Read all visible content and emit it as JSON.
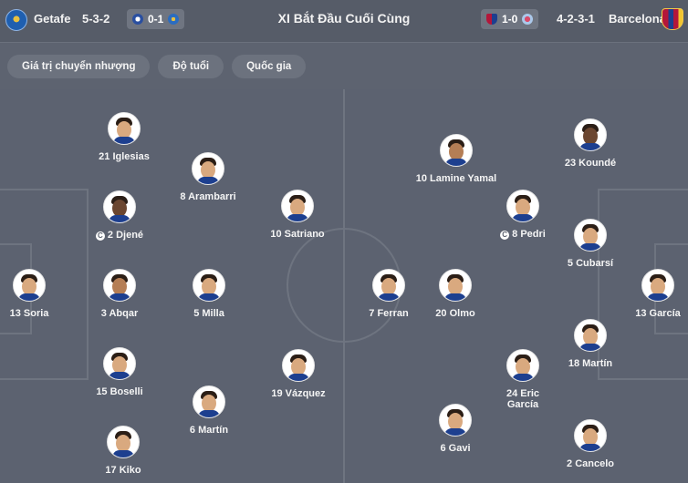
{
  "header": {
    "home_team": "Getafe",
    "home_formation": "5-3-2",
    "home_last_result": "0-1",
    "title": "XI Bắt Đầu Cuối Cùng",
    "away_last_result": "1-0",
    "away_formation": "4-2-3-1",
    "away_team": "Barcelona"
  },
  "filters": [
    "Giá trị chuyển nhượng",
    "Độ tuổi",
    "Quốc gia"
  ],
  "home_players": [
    {
      "name": "21 Iglesias",
      "captain": false
    },
    {
      "name": "8 Arambarri",
      "captain": false
    },
    {
      "name": "2 Djené",
      "captain": true
    },
    {
      "name": "10 Satriano",
      "captain": false
    },
    {
      "name": "13 Soria",
      "captain": false
    },
    {
      "name": "3 Abqar",
      "captain": false
    },
    {
      "name": "5 Milla",
      "captain": false
    },
    {
      "name": "15 Boselli",
      "captain": false
    },
    {
      "name": "19 Vázquez",
      "captain": false
    },
    {
      "name": "6 Martín",
      "captain": false
    },
    {
      "name": "17 Kiko",
      "captain": false
    }
  ],
  "away_players": [
    {
      "name": "10 Lamine Yamal",
      "captain": false
    },
    {
      "name": "23 Koundé",
      "captain": false
    },
    {
      "name": "8 Pedri",
      "captain": true
    },
    {
      "name": "5 Cubarsí",
      "captain": false
    },
    {
      "name": "7 Ferran",
      "captain": false
    },
    {
      "name": "20 Olmo",
      "captain": false
    },
    {
      "name": "13 García",
      "captain": false
    },
    {
      "name": "18 Martín",
      "captain": false
    },
    {
      "name": "24 Eric García",
      "captain": false
    },
    {
      "name": "6 Gavi",
      "captain": false
    },
    {
      "name": "2 Cancelo",
      "captain": false
    }
  ],
  "colors": {
    "background": "#5d6370",
    "chip": "#6c727e",
    "pitch_lines": "#6e7480"
  }
}
